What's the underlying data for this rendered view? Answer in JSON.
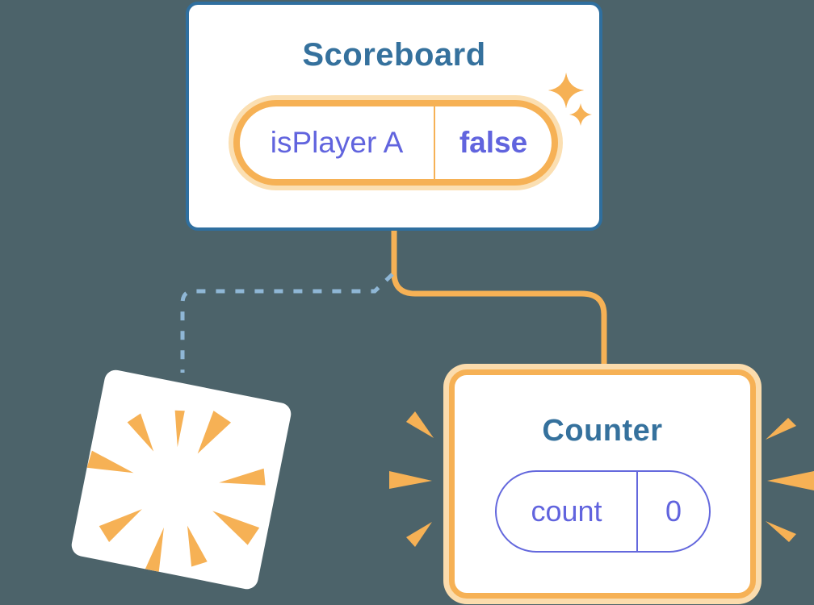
{
  "diagram": {
    "description": "React component tree state diagram",
    "background_color": "#4c636a"
  },
  "colors": {
    "card_background": "#ffffff",
    "scoreboard_border_blue": "#2f6f9f",
    "title_blue": "#35719d",
    "state_purple": "#6164de",
    "accent_orange": "#f6b155",
    "orange_glow": "#fbdcad",
    "dashed_line_blue": "#8fb7d6"
  },
  "scoreboard": {
    "title": "Scoreboard",
    "state": {
      "name": "isPlayer A",
      "value": "false"
    }
  },
  "counter": {
    "title": "Counter",
    "state": {
      "name": "count",
      "value": "0"
    }
  },
  "destroyed_component": {
    "note": "removed component shown as tilted blank card with burst"
  },
  "icons": {
    "sparkles": "sparkles-icon",
    "burst": "burst-icon",
    "emphasis_rays": "emphasis-rays-icon"
  }
}
